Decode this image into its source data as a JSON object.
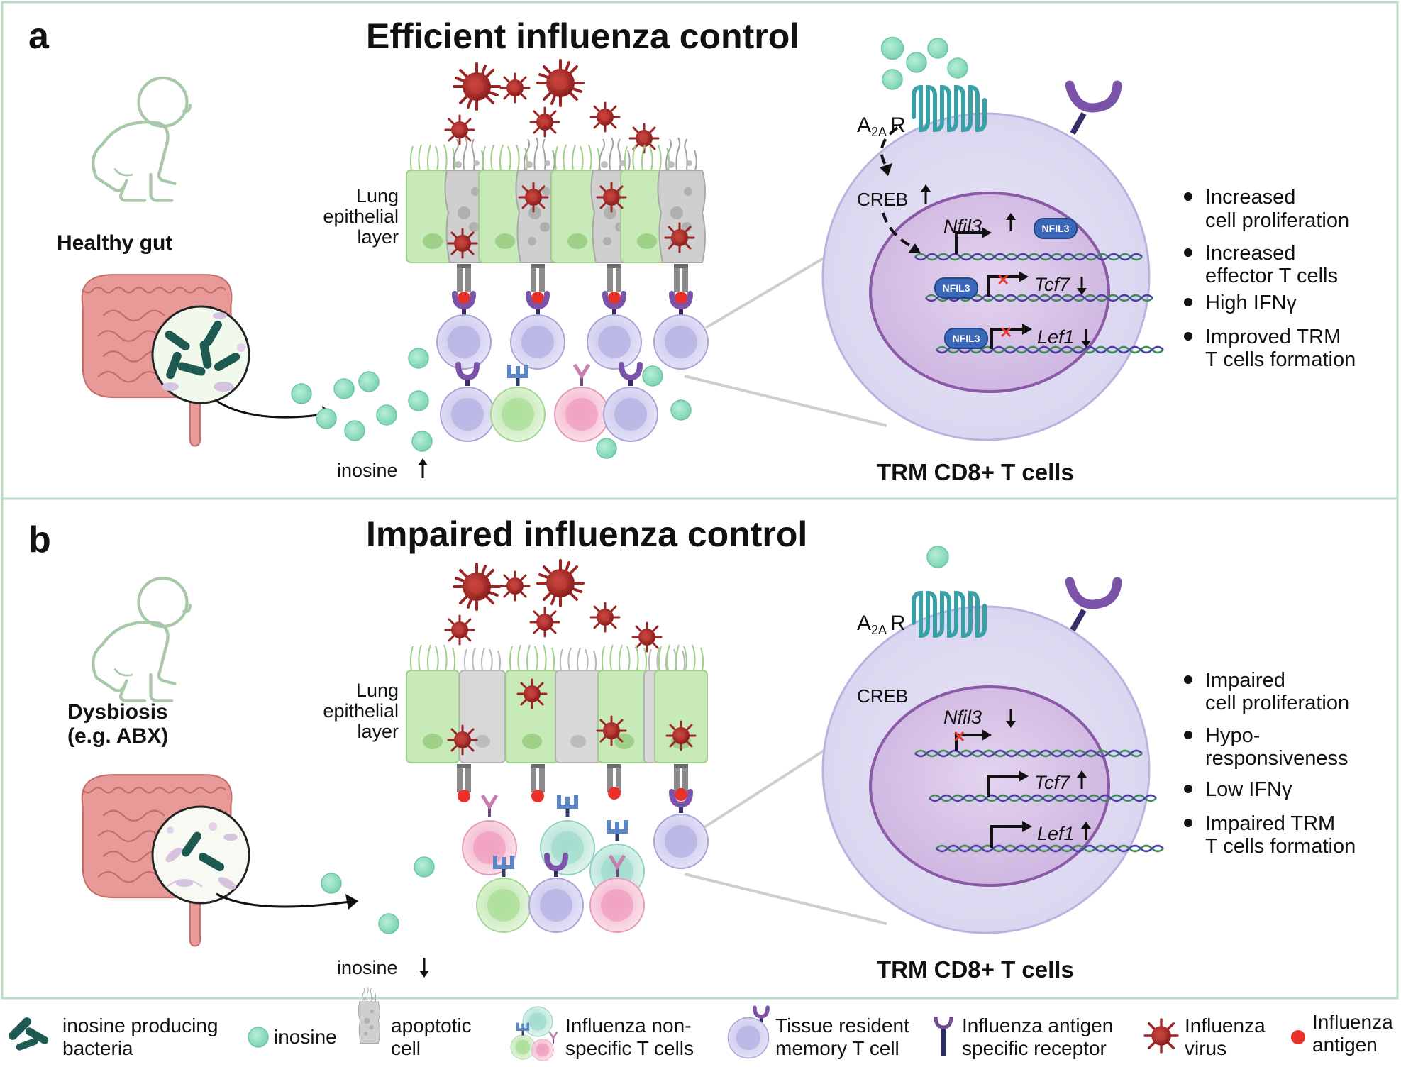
{
  "panels": [
    {
      "letter": "a",
      "title": "Efficient influenza control",
      "gut_label": "Healthy gut",
      "lung_label": [
        "Lung",
        "epithelial",
        "layer"
      ],
      "inosine_label": "inosine",
      "inosine_arrow": "up",
      "receptor_label": "A",
      "receptor_sub": "2A",
      "receptor_suffix": "R",
      "creb_label": "CREB",
      "creb_arrow": "up",
      "genes": [
        {
          "name": "Nfil3",
          "arrow": "up",
          "blocked": false
        },
        {
          "name": "Tcf7",
          "arrow": "down",
          "blocked": true
        },
        {
          "name": "Lef1",
          "arrow": "down",
          "blocked": true
        }
      ],
      "nfil3_badge": "NFIL3",
      "cell_label": "TRM CD8+ T cells",
      "bullets": [
        [
          "Increased",
          "cell proliferation"
        ],
        [
          "Increased",
          "effector T cells"
        ],
        [
          "High IFNγ"
        ],
        [
          "Improved TRM",
          "T cells formation"
        ]
      ]
    },
    {
      "letter": "b",
      "title": "Impaired influenza control",
      "gut_label": "Dysbiosis",
      "gut_label2": "(e.g. ABX)",
      "lung_label": [
        "Lung",
        "epithelial",
        "layer"
      ],
      "inosine_label": "inosine",
      "inosine_arrow": "down",
      "receptor_label": "A",
      "receptor_sub": "2A",
      "receptor_suffix": "R",
      "creb_label": "CREB",
      "genes": [
        {
          "name": "Nfil3",
          "arrow": "down",
          "blocked": true
        },
        {
          "name": "Tcf7",
          "arrow": "up",
          "blocked": false
        },
        {
          "name": "Lef1",
          "arrow": "up",
          "blocked": false
        }
      ],
      "cell_label": "TRM CD8+ T cells",
      "bullets": [
        [
          "Impaired",
          "cell proliferation"
        ],
        [
          "Hypo-",
          "responsiveness"
        ],
        [
          "Low IFNγ"
        ],
        [
          "Impaired TRM",
          "T cells formation"
        ]
      ]
    }
  ],
  "legend": [
    {
      "icon": "bacteria-icon",
      "lines": [
        "inosine producing",
        "bacteria"
      ]
    },
    {
      "icon": "inosine-icon",
      "lines": [
        "inosine"
      ]
    },
    {
      "icon": "apoptotic-cell-icon",
      "lines": [
        "apoptotic",
        "cell"
      ]
    },
    {
      "icon": "nonspecific-t-cells-icon",
      "lines": [
        "Influenza non-",
        "specific T cells"
      ]
    },
    {
      "icon": "trm-cell-icon",
      "lines": [
        "Tissue resident",
        "memory T cell"
      ]
    },
    {
      "icon": "receptor-icon",
      "lines": [
        "Influenza antigen",
        "specific receptor"
      ]
    },
    {
      "icon": "virus-icon",
      "lines": [
        "Influenza",
        "virus"
      ]
    },
    {
      "icon": "antigen-icon",
      "lines": [
        "Influenza",
        "antigen"
      ]
    }
  ],
  "colors": {
    "panel_border": "#b9dcc4",
    "inosine": "#8fdcc0",
    "virus": "#a42a28",
    "antigen": "#e8312b",
    "trm_cell": "#c9c6ea",
    "nucleus": "#cfb6e2",
    "epithelial_green": "#c7e8b7",
    "apoptotic_gray": "#cfcfcf",
    "receptor": "#6e4a93",
    "badge": "#3b67b8",
    "block_x": "#e33b2e"
  }
}
